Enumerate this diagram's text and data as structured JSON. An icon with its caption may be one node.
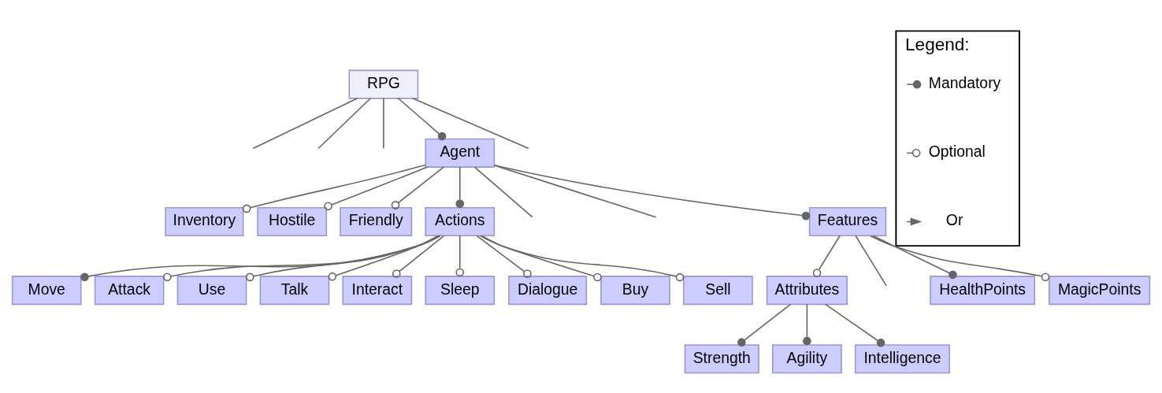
{
  "diagram": {
    "nodes": [
      {
        "text": [
          "RPG"
        ]
      },
      {
        "text": [
          "Agent"
        ]
      },
      {
        "text": [
          "Features"
        ]
      },
      {
        "text": [
          "Inventory"
        ]
      },
      {
        "text": [
          "Hostile"
        ]
      },
      {
        "text": [
          "Friendly"
        ]
      },
      {
        "text": [
          "Actions"
        ]
      },
      {
        "text": [
          "HealthPoints"
        ]
      },
      {
        "text": [
          "MagicPoints"
        ]
      },
      {
        "text": [
          "Attributes"
        ]
      },
      {
        "text": [
          "Move"
        ]
      },
      {
        "text": [
          "Attack"
        ]
      },
      {
        "text": [
          "Use"
        ]
      },
      {
        "text": [
          "Talk"
        ]
      },
      {
        "text": [
          "Interact"
        ]
      },
      {
        "text": [
          "Sleep"
        ]
      },
      {
        "text": [
          "Dialogue"
        ]
      },
      {
        "text": [
          "Buy"
        ]
      },
      {
        "text": [
          "Sell"
        ]
      },
      {
        "text": [
          "Strength"
        ]
      },
      {
        "text": [
          "Agility"
        ]
      },
      {
        "text": [
          "Intelligence"
        ]
      },
      {
        "text": [
          "Legend:"
        ]
      }
    ],
    "edges": [
      {
        "from": 0,
        "to": null,
        "arrow": "none"
      },
      {
        "from": 0,
        "to": null,
        "arrow": "none"
      },
      {
        "from": 0,
        "to": null,
        "arrow": "none"
      },
      {
        "from": 0,
        "to": 1,
        "arrow": "other"
      },
      {
        "from": 0,
        "to": null,
        "arrow": "none"
      },
      {
        "from": 1,
        "to": null,
        "arrow": "none"
      },
      {
        "from": 1,
        "to": 2,
        "arrow": "other"
      },
      {
        "from": 1,
        "to": 3,
        "arrow": "other"
      },
      {
        "from": 1,
        "to": 4,
        "arrow": "other"
      },
      {
        "from": 1,
        "to": 5,
        "arrow": "other"
      },
      {
        "from": 1,
        "to": 6,
        "arrow": "other"
      },
      {
        "from": 1,
        "to": null,
        "arrow": "none"
      },
      {
        "from": 2,
        "to": null,
        "arrow": "none"
      },
      {
        "from": 2,
        "to": 7,
        "arrow": "other"
      },
      {
        "from": 2,
        "to": 8,
        "arrow": "other"
      },
      {
        "from": 2,
        "to": 9,
        "arrow": "other"
      },
      {
        "from": 6,
        "to": 10,
        "arrow": "other"
      },
      {
        "from": 6,
        "to": 11,
        "arrow": "other"
      },
      {
        "from": 6,
        "to": 12,
        "arrow": "other"
      },
      {
        "from": 6,
        "to": 13,
        "arrow": "other"
      },
      {
        "from": 6,
        "to": 14,
        "arrow": "other"
      },
      {
        "from": 6,
        "to": 15,
        "arrow": "other"
      },
      {
        "from": 6,
        "to": 16,
        "arrow": "other"
      },
      {
        "from": 6,
        "to": 17,
        "arrow": "other"
      },
      {
        "from": 6,
        "to": 18,
        "arrow": "other"
      },
      {
        "from": 9,
        "to": 19,
        "arrow": "other"
      },
      {
        "from": 9,
        "to": 20,
        "arrow": "other"
      },
      {
        "from": 9,
        "to": 21,
        "arrow": "other"
      }
    ],
    "legend": [
      {
        "text": "Mandatory"
      },
      {
        "text": "Optional"
      },
      {
        "text": "Or"
      }
    ]
  }
}
